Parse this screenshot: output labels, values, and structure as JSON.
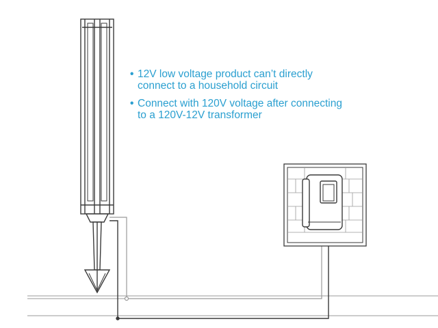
{
  "colors": {
    "text": "#2a9fd0",
    "line": "#3a3a3a",
    "wire_light": "#9a9a9a",
    "background": "#ffffff"
  },
  "notes": [
    {
      "bullet": "•",
      "lines": [
        "12V low voltage product can’t directly",
        "connect to a household circuit"
      ]
    },
    {
      "bullet": "•",
      "lines": [
        "Connect with 120V voltage after connecting",
        "to a 120V-12V transformer"
      ]
    }
  ],
  "icons": {
    "lamp": "bollard-lamp-icon",
    "stake": "ground-stake-icon",
    "transformer": "transformer-box-icon",
    "wall": "brick-wall-icon"
  }
}
